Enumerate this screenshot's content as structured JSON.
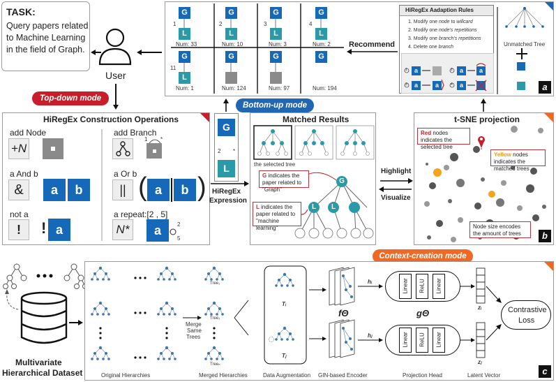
{
  "task": {
    "title": "TASK:",
    "text_lines": [
      "Query papers related",
      "to Machine Learning",
      "in the field of Graph."
    ]
  },
  "user_label": "User",
  "modes": {
    "top_down": "Top-down mode",
    "bottom_up": "Bottom-up mode",
    "context_creation": "Context-creation mode"
  },
  "colors": {
    "red_mode": "#c81e2b",
    "blue_mode": "#2166b0",
    "orange_mode": "#ee6a24",
    "node_blue": "#1669b9",
    "node_teal": "#2b9aa8",
    "node_gray": "#8a8a8a",
    "orange_dot": "#f3a51f"
  },
  "recommend_label": "Recommend",
  "grid": {
    "nums": [
      "Num: 33",
      "Num: 10",
      "Num: 3",
      "Num: 2",
      "Num: 1",
      "Num: 124",
      "Num: 97",
      "Num: 194"
    ],
    "cell_nums": [
      "1",
      "2",
      "3",
      "4",
      "11"
    ],
    "g": "G",
    "l": "L",
    "star": "*"
  },
  "rules": {
    "title": "HiRegEx Aadaption Rules",
    "items": [
      {
        "n": "1.",
        "pre": "Modify one ",
        "em": "node",
        "post": " to ",
        "em2": "willcard"
      },
      {
        "n": "2.",
        "pre": "Modify one ",
        "em": "node's repetitions",
        "post": "",
        "em2": ""
      },
      {
        "n": "3.",
        "pre": "Modify one ",
        "em": "branch's repetitions",
        "post": "",
        "em2": ""
      },
      {
        "n": "4.",
        "pre": "Delete one ",
        "em": "branch",
        "post": "",
        "em2": ""
      }
    ],
    "ops": [
      "1",
      "2",
      "3",
      "4"
    ],
    "a": "a"
  },
  "unmatched_tree": "Unmatched Tree",
  "panel_letters": {
    "a": "a",
    "b": "b",
    "c": "c"
  },
  "construction": {
    "title": "HiRegEx Construction Operations",
    "add_node": "add Node",
    "add_node_sym": "+N",
    "add_branch": "add Branch",
    "and": "a And b",
    "and_sym": "&",
    "or": "a Or b",
    "or_sym": "||",
    "not": "not a",
    "not_sym": "!",
    "repeat": "a repeat:[2 , 5]",
    "repeat_sym": "N*",
    "rep_min": "2",
    "rep_max": "5",
    "a": "a",
    "b": "b",
    "branch_nums": [
      "1",
      "*"
    ]
  },
  "expression": {
    "label_lines": [
      "HiRegEx",
      "Expression"
    ],
    "g": "G",
    "l": "L",
    "two": "2",
    "star": "*"
  },
  "matched": {
    "title": "Matched Results",
    "selected_tree": "the selected tree",
    "g": "G",
    "l": "L",
    "callout_g_bold": "G",
    "callout_g": " indicates the paper related to \"Graph\"",
    "callout_l_bold": "L",
    "callout_l": " indicates the paper related to \"machine learning\""
  },
  "highlight": "Highlight",
  "visualize": "Visualize",
  "tsne": {
    "title": "t-SNE projection",
    "red_bold": "Red",
    "red_text": " nodes indicates the selected tree",
    "yellow_bold": "Yellow",
    "yellow_text": " nodes indicates the matched trees",
    "size_text": "Node size encodes the amount of trees"
  },
  "dataset": {
    "lines": [
      "Multivariate",
      "Hierarchical Dataset"
    ]
  },
  "pipeline": {
    "original": "Original Hierarchies",
    "merge_lines": [
      "Merge",
      "Same",
      "Trees"
    ],
    "merged": "Merged Hierarchies",
    "tree1": "Tree₁",
    "tree2": "Tree₂",
    "treen": "Treeₙ",
    "aug": "Data Augmentation",
    "ti": "Tᵢ",
    "tj": "Tⱼ",
    "gin": "GIN-based Encoder",
    "f_theta": "fΘ",
    "hi": "hᵢ",
    "hj": "hⱼ",
    "linear": "Linear",
    "relu": "ReLU",
    "g_theta": "gΘ",
    "proj": "Projection Head",
    "zi": "zᵢ",
    "zj": "zⱼ",
    "latent": "Latent Vector",
    "contrastive_lines": [
      "Contrastive",
      "Loss"
    ]
  }
}
